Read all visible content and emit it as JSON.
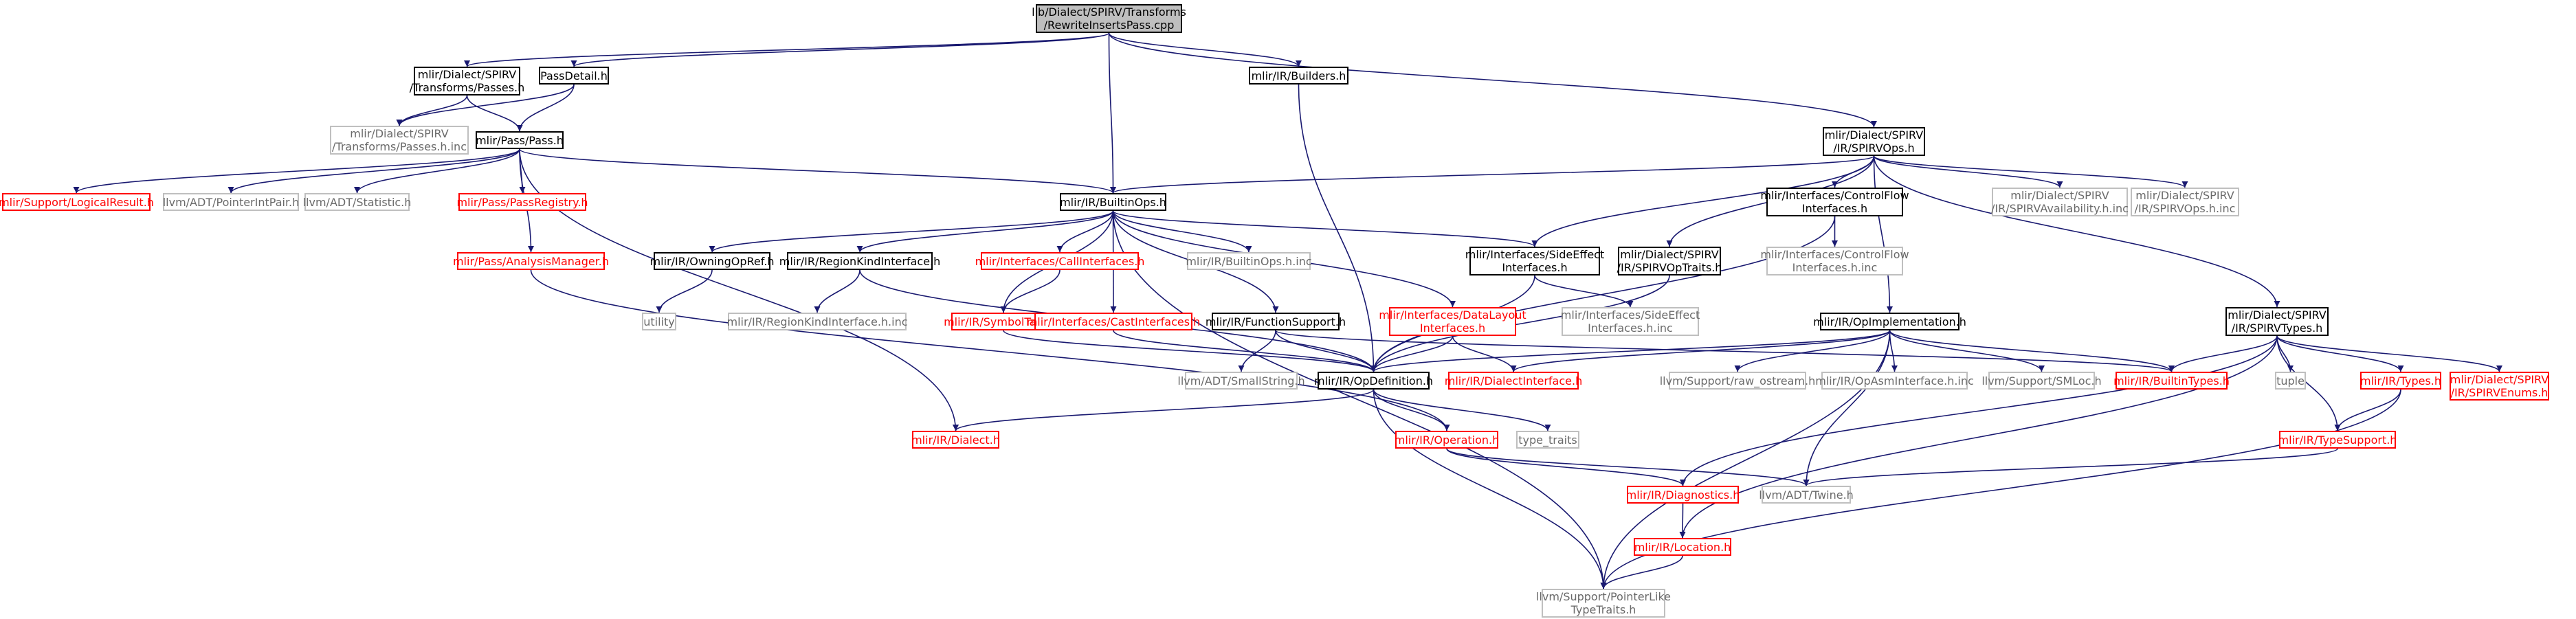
{
  "colors": {
    "edge": "#191970",
    "box": "#000000",
    "box_missing": "#ff0000",
    "box_external": "#bfbfbf",
    "root_fill": "#bfbfbf"
  },
  "nodes": [
    {
      "id": "root",
      "kind": "root",
      "lines": [
        "lib/Dialect/SPIRV/Transforms",
        "/RewriteInsertsPass.cpp"
      ]
    },
    {
      "id": "passes_h",
      "kind": "normal",
      "lines": [
        "mlir/Dialect/SPIRV",
        "/Transforms/Passes.h"
      ]
    },
    {
      "id": "passdetail_h",
      "kind": "normal",
      "lines": [
        "PassDetail.h",
        ""
      ]
    },
    {
      "id": "builders_h",
      "kind": "normal",
      "lines": [
        "mlir/IR/Builders.h",
        ""
      ]
    },
    {
      "id": "spirvops_h",
      "kind": "normal",
      "lines": [
        "mlir/Dialect/SPIRV",
        "/IR/SPIRVOps.h"
      ]
    },
    {
      "id": "passes_h_inc",
      "kind": "external",
      "lines": [
        "mlir/Dialect/SPIRV",
        "/Transforms/Passes.h.inc"
      ]
    },
    {
      "id": "pass_h",
      "kind": "normal",
      "lines": [
        "mlir/Pass/Pass.h",
        ""
      ]
    },
    {
      "id": "logicalresult_h",
      "kind": "missing",
      "lines": [
        "mlir/Support/LogicalResult.h",
        ""
      ]
    },
    {
      "id": "pointerintpair_h",
      "kind": "external",
      "lines": [
        "llvm/ADT/PointerIntPair.h",
        ""
      ]
    },
    {
      "id": "statistic_h",
      "kind": "external",
      "lines": [
        "llvm/ADT/Statistic.h",
        ""
      ]
    },
    {
      "id": "passregistry_h",
      "kind": "missing",
      "lines": [
        "mlir/Pass/PassRegistry.h",
        ""
      ]
    },
    {
      "id": "builtinops_h",
      "kind": "normal",
      "lines": [
        "mlir/IR/BuiltinOps.h",
        ""
      ]
    },
    {
      "id": "controlflow_h",
      "kind": "normal",
      "lines": [
        "mlir/Interfaces/ControlFlow",
        "Interfaces.h"
      ]
    },
    {
      "id": "spirvavail_inc",
      "kind": "external",
      "lines": [
        "mlir/Dialect/SPIRV",
        "/IR/SPIRVAvailability.h.inc"
      ]
    },
    {
      "id": "spirvops_inc",
      "kind": "external",
      "lines": [
        "mlir/Dialect/SPIRV",
        "/IR/SPIRVOps.h.inc"
      ]
    },
    {
      "id": "analysismanager_h",
      "kind": "missing",
      "lines": [
        "mlir/Pass/AnalysisManager.h",
        ""
      ]
    },
    {
      "id": "owningopref_h",
      "kind": "normal",
      "lines": [
        "mlir/IR/OwningOpRef.h",
        ""
      ]
    },
    {
      "id": "regionkind_h",
      "kind": "normal",
      "lines": [
        "mlir/IR/RegionKindInterface.h",
        ""
      ]
    },
    {
      "id": "callinterfaces_h",
      "kind": "missing",
      "lines": [
        "mlir/Interfaces/CallInterfaces.h",
        ""
      ]
    },
    {
      "id": "builtinops_inc",
      "kind": "external",
      "lines": [
        "mlir/IR/BuiltinOps.h.inc",
        ""
      ]
    },
    {
      "id": "sideeffect_h",
      "kind": "normal",
      "lines": [
        "mlir/Interfaces/SideEffect",
        "Interfaces.h"
      ]
    },
    {
      "id": "spirvoptraits_h",
      "kind": "normal",
      "lines": [
        "mlir/Dialect/SPIRV",
        "/IR/SPIRVOpTraits.h"
      ]
    },
    {
      "id": "controlflow_inc",
      "kind": "external",
      "lines": [
        "mlir/Interfaces/ControlFlow",
        "Interfaces.h.inc"
      ]
    },
    {
      "id": "utility",
      "kind": "external",
      "lines": [
        "utility",
        ""
      ]
    },
    {
      "id": "regionkind_inc",
      "kind": "external",
      "lines": [
        "mlir/IR/RegionKindInterface.h.inc",
        ""
      ]
    },
    {
      "id": "symboltable_h",
      "kind": "missing",
      "lines": [
        "mlir/IR/SymbolTable.h",
        ""
      ]
    },
    {
      "id": "castinterfaces_h",
      "kind": "missing",
      "lines": [
        "mlir/Interfaces/CastInterfaces.h",
        ""
      ]
    },
    {
      "id": "functionsupport_h",
      "kind": "normal",
      "lines": [
        "mlir/IR/FunctionSupport.h",
        ""
      ]
    },
    {
      "id": "datalayout_h",
      "kind": "missing",
      "lines": [
        "mlir/Interfaces/DataLayout",
        "Interfaces.h"
      ]
    },
    {
      "id": "sideeffect_inc",
      "kind": "external",
      "lines": [
        "mlir/Interfaces/SideEffect",
        "Interfaces.h.inc"
      ]
    },
    {
      "id": "opimpl_h",
      "kind": "normal",
      "lines": [
        "mlir/IR/OpImplementation.h",
        ""
      ]
    },
    {
      "id": "spirvtypes_h",
      "kind": "normal",
      "lines": [
        "mlir/Dialect/SPIRV",
        "/IR/SPIRVTypes.h"
      ]
    },
    {
      "id": "smallstring_h",
      "kind": "external",
      "lines": [
        "llvm/ADT/SmallString.h",
        ""
      ]
    },
    {
      "id": "opdefinition_h",
      "kind": "normal",
      "lines": [
        "mlir/IR/OpDefinition.h",
        ""
      ]
    },
    {
      "id": "dialectinterface_h",
      "kind": "missing",
      "lines": [
        "mlir/IR/DialectInterface.h",
        ""
      ]
    },
    {
      "id": "raw_ostream_h",
      "kind": "external",
      "lines": [
        "llvm/Support/raw_ostream.h",
        ""
      ]
    },
    {
      "id": "opasm_inc",
      "kind": "external",
      "lines": [
        "mlir/IR/OpAsmInterface.h.inc",
        ""
      ]
    },
    {
      "id": "smloc_h",
      "kind": "external",
      "lines": [
        "llvm/Support/SMLoc.h",
        ""
      ]
    },
    {
      "id": "builtintypes_h",
      "kind": "missing",
      "lines": [
        "mlir/IR/BuiltinTypes.h",
        ""
      ]
    },
    {
      "id": "tuple",
      "kind": "external",
      "lines": [
        "tuple",
        ""
      ]
    },
    {
      "id": "types_h",
      "kind": "missing",
      "lines": [
        "mlir/IR/Types.h",
        ""
      ]
    },
    {
      "id": "spirvenums_h",
      "kind": "missing",
      "lines": [
        "mlir/Dialect/SPIRV",
        "/IR/SPIRVEnums.h"
      ]
    },
    {
      "id": "dialect_h",
      "kind": "missing",
      "lines": [
        "mlir/IR/Dialect.h",
        ""
      ]
    },
    {
      "id": "operation_h",
      "kind": "missing",
      "lines": [
        "mlir/IR/Operation.h",
        ""
      ]
    },
    {
      "id": "type_traits",
      "kind": "external",
      "lines": [
        "type_traits",
        ""
      ]
    },
    {
      "id": "typesupport_h",
      "kind": "missing",
      "lines": [
        "mlir/IR/TypeSupport.h",
        ""
      ]
    },
    {
      "id": "diagnostics_h",
      "kind": "missing",
      "lines": [
        "mlir/IR/Diagnostics.h",
        ""
      ]
    },
    {
      "id": "twine_h",
      "kind": "external",
      "lines": [
        "llvm/ADT/Twine.h",
        ""
      ]
    },
    {
      "id": "location_h",
      "kind": "missing",
      "lines": [
        "mlir/IR/Location.h",
        ""
      ]
    },
    {
      "id": "pointerlike_h",
      "kind": "external",
      "lines": [
        "llvm/Support/PointerLike",
        "TypeTraits.h"
      ]
    }
  ],
  "edges": [
    [
      "root",
      "passes_h"
    ],
    [
      "root",
      "passdetail_h"
    ],
    [
      "root",
      "builders_h"
    ],
    [
      "root",
      "spirvops_h"
    ],
    [
      "root",
      "builtinops_h"
    ],
    [
      "passes_h",
      "passes_h_inc"
    ],
    [
      "passes_h",
      "pass_h"
    ],
    [
      "passdetail_h",
      "passes_h_inc"
    ],
    [
      "passdetail_h",
      "pass_h"
    ],
    [
      "pass_h",
      "logicalresult_h"
    ],
    [
      "pass_h",
      "pointerintpair_h"
    ],
    [
      "pass_h",
      "statistic_h"
    ],
    [
      "pass_h",
      "passregistry_h"
    ],
    [
      "pass_h",
      "analysismanager_h"
    ],
    [
      "pass_h",
      "builtinops_h"
    ],
    [
      "pass_h",
      "dialect_h"
    ],
    [
      "builders_h",
      "opdefinition_h"
    ],
    [
      "spirvops_h",
      "builtinops_h"
    ],
    [
      "spirvops_h",
      "controlflow_h"
    ],
    [
      "spirvops_h",
      "spirvavail_inc"
    ],
    [
      "spirvops_h",
      "spirvops_inc"
    ],
    [
      "spirvops_h",
      "sideeffect_h"
    ],
    [
      "spirvops_h",
      "spirvoptraits_h"
    ],
    [
      "spirvops_h",
      "opimpl_h"
    ],
    [
      "spirvops_h",
      "spirvtypes_h"
    ],
    [
      "builtinops_h",
      "owningopref_h"
    ],
    [
      "builtinops_h",
      "regionkind_h"
    ],
    [
      "builtinops_h",
      "callinterfaces_h"
    ],
    [
      "builtinops_h",
      "builtinops_inc"
    ],
    [
      "builtinops_h",
      "sideeffect_h"
    ],
    [
      "builtinops_h",
      "symboltable_h"
    ],
    [
      "builtinops_h",
      "castinterfaces_h"
    ],
    [
      "builtinops_h",
      "functionsupport_h"
    ],
    [
      "builtinops_h",
      "datalayout_h"
    ],
    [
      "builtinops_h",
      "pointerlike_h"
    ],
    [
      "analysismanager_h",
      "operation_h"
    ],
    [
      "owningopref_h",
      "utility"
    ],
    [
      "regionkind_h",
      "regionkind_inc"
    ],
    [
      "regionkind_h",
      "opdefinition_h"
    ],
    [
      "callinterfaces_h",
      "symboltable_h"
    ],
    [
      "symboltable_h",
      "opdefinition_h"
    ],
    [
      "castinterfaces_h",
      "opdefinition_h"
    ],
    [
      "functionsupport_h",
      "smallstring_h"
    ],
    [
      "functionsupport_h",
      "opdefinition_h"
    ],
    [
      "functionsupport_h",
      "builtintypes_h"
    ],
    [
      "datalayout_h",
      "opdefinition_h"
    ],
    [
      "datalayout_h",
      "dialectinterface_h"
    ],
    [
      "sideeffect_h",
      "sideeffect_inc"
    ],
    [
      "sideeffect_h",
      "opdefinition_h"
    ],
    [
      "controlflow_h",
      "controlflow_inc"
    ],
    [
      "controlflow_h",
      "opdefinition_h"
    ],
    [
      "spirvoptraits_h",
      "opdefinition_h"
    ],
    [
      "opimpl_h",
      "opdefinition_h"
    ],
    [
      "opimpl_h",
      "dialectinterface_h"
    ],
    [
      "opimpl_h",
      "raw_ostream_h"
    ],
    [
      "opimpl_h",
      "opasm_inc"
    ],
    [
      "opimpl_h",
      "smloc_h"
    ],
    [
      "opimpl_h",
      "builtintypes_h"
    ],
    [
      "opimpl_h",
      "twine_h"
    ],
    [
      "opimpl_h",
      "pointerlike_h"
    ],
    [
      "spirvtypes_h",
      "builtintypes_h"
    ],
    [
      "spirvtypes_h",
      "tuple"
    ],
    [
      "spirvtypes_h",
      "types_h"
    ],
    [
      "spirvtypes_h",
      "spirvenums_h"
    ],
    [
      "spirvtypes_h",
      "typesupport_h"
    ],
    [
      "spirvtypes_h",
      "diagnostics_h"
    ],
    [
      "spirvtypes_h",
      "location_h"
    ],
    [
      "opdefinition_h",
      "dialect_h"
    ],
    [
      "opdefinition_h",
      "operation_h"
    ],
    [
      "opdefinition_h",
      "type_traits"
    ],
    [
      "opdefinition_h",
      "pointerlike_h"
    ],
    [
      "operation_h",
      "diagnostics_h"
    ],
    [
      "operation_h",
      "twine_h"
    ],
    [
      "types_h",
      "typesupport_h"
    ],
    [
      "types_h",
      "pointerlike_h"
    ],
    [
      "typesupport_h",
      "twine_h"
    ],
    [
      "diagnostics_h",
      "location_h"
    ],
    [
      "location_h",
      "pointerlike_h"
    ]
  ]
}
